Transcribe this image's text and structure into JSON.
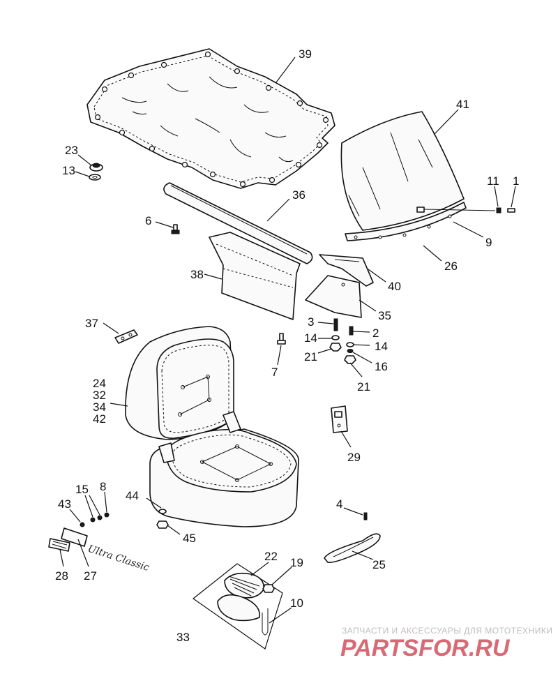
{
  "callouts": [
    "39",
    "41",
    "23",
    "13",
    "36",
    "11",
    "1",
    "6",
    "9",
    "26",
    "38",
    "40",
    "35",
    "37",
    "3",
    "2",
    "14",
    "14",
    "21",
    "16",
    "7",
    "21",
    "24",
    "32",
    "34",
    "42",
    "29",
    "15",
    "8",
    "43",
    "44",
    "45",
    "4",
    "25",
    "28",
    "27",
    "22",
    "19",
    "10",
    "33"
  ],
  "watermark": {
    "line1": "ЗАПЧАСТИ И АКСЕССУАРЫ ДЛЯ МОТОТЕХНИКИ",
    "logo": "PARTSFOR.RU"
  },
  "script_text": "Ultra Classic",
  "colors": {
    "line": "#111111",
    "watermark_logo": "#d86a76",
    "watermark_text": "#bdbdbd"
  }
}
